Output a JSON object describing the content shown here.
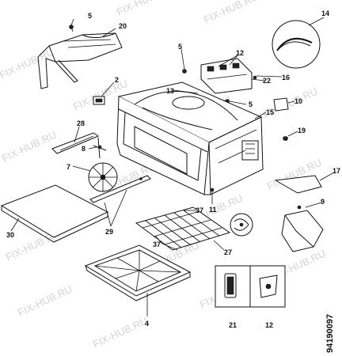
{
  "watermark": "FIX-HUB.RU",
  "drawing_code": "94190097",
  "callouts": [
    {
      "id": "c5a",
      "text": "5"
    },
    {
      "id": "c20",
      "text": "20"
    },
    {
      "id": "c14",
      "text": "14"
    },
    {
      "id": "c5b",
      "text": "5"
    },
    {
      "id": "c12a",
      "text": "12"
    },
    {
      "id": "c22",
      "text": "22"
    },
    {
      "id": "c16",
      "text": "16"
    },
    {
      "id": "c2",
      "text": "2"
    },
    {
      "id": "c13",
      "text": "13"
    },
    {
      "id": "c5c",
      "text": "5"
    },
    {
      "id": "c10",
      "text": "10"
    },
    {
      "id": "c15",
      "text": "15"
    },
    {
      "id": "c28",
      "text": "28"
    },
    {
      "id": "c19",
      "text": "19"
    },
    {
      "id": "c8",
      "text": "8"
    },
    {
      "id": "c7",
      "text": "7"
    },
    {
      "id": "c17",
      "text": "17"
    },
    {
      "id": "c9",
      "text": "9"
    },
    {
      "id": "c11",
      "text": "11"
    },
    {
      "id": "c37a",
      "text": "37"
    },
    {
      "id": "c30",
      "text": "30"
    },
    {
      "id": "c29",
      "text": "29"
    },
    {
      "id": "c37b",
      "text": "37"
    },
    {
      "id": "c27",
      "text": "27"
    },
    {
      "id": "c4",
      "text": "4"
    },
    {
      "id": "c21",
      "text": "21"
    },
    {
      "id": "c12b",
      "text": "12"
    }
  ]
}
